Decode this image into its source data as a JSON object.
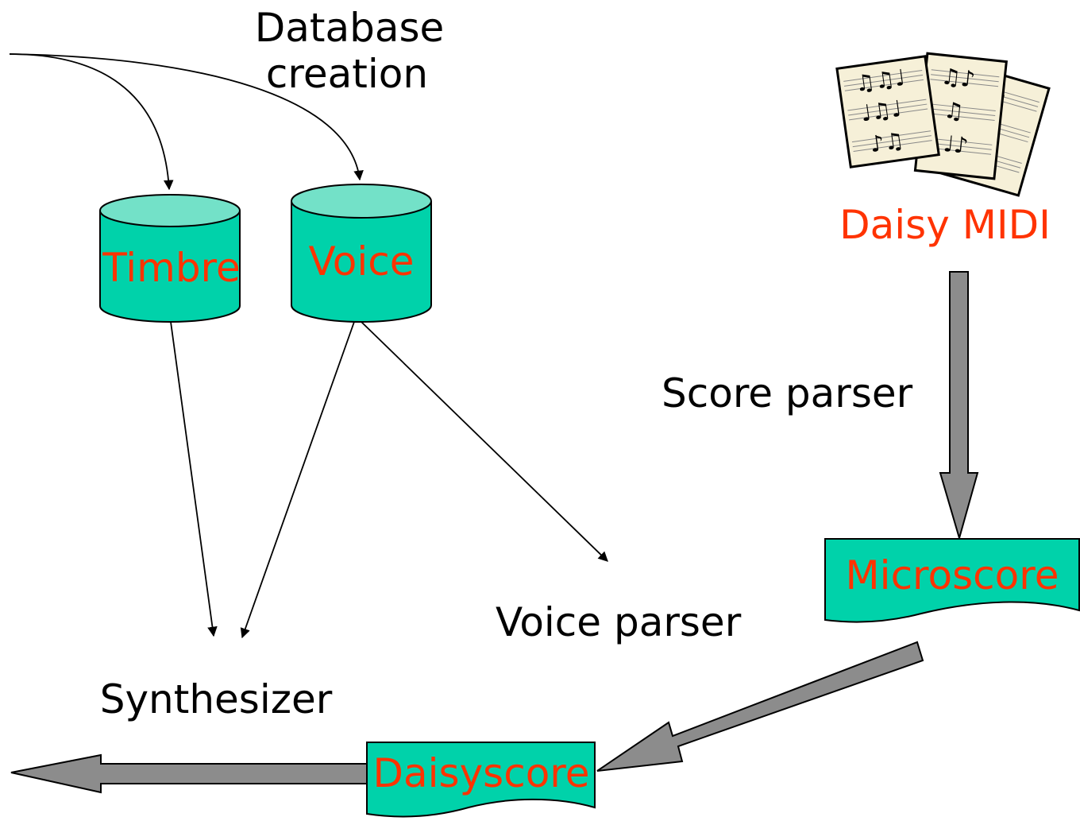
{
  "labels": {
    "database_creation_line1": "Database",
    "database_creation_line2": "creation",
    "timbre": "Timbre",
    "voice": "Voice",
    "daisy_midi": "Daisy MIDI",
    "score_parser": "Score parser",
    "microscore": "Microscore",
    "voice_parser": "Voice parser",
    "synthesizer": "Synthesizer",
    "daisyscore": "Daisyscore"
  },
  "colors": {
    "node_fill": "#00d2aa",
    "cylinder_top": "#73e1c8",
    "node_text": "#ff3300",
    "big_arrow": "#8c8c8c",
    "line": "#000000"
  },
  "icons": {
    "music_sheets": "sheet-music-clipart-icon"
  }
}
